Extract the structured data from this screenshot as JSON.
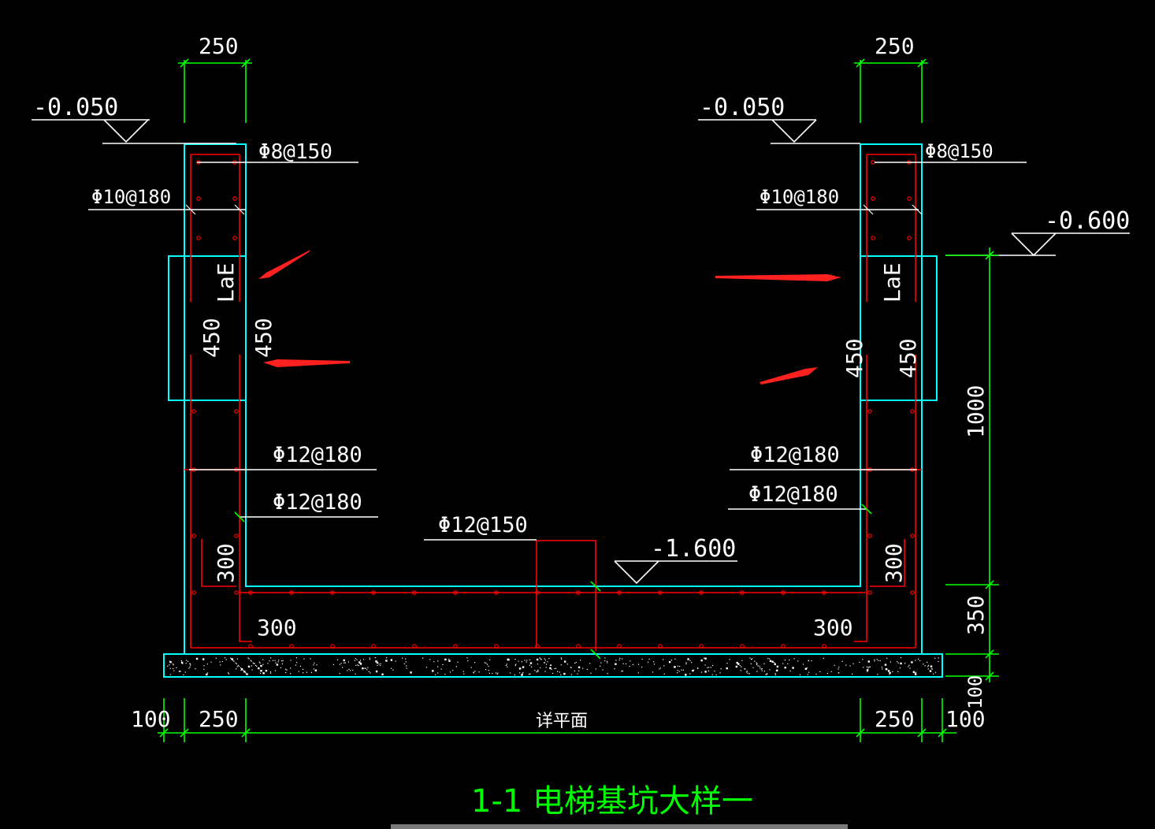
{
  "title": "1-1 电梯基坑大样一",
  "levels": {
    "left_top": "-0.050",
    "right_top": "-0.050",
    "right_ground": "-0.600",
    "pit_bottom": "-1.600"
  },
  "rebar": {
    "left_wall_top": "Φ8@150",
    "left_wall_tie": "Φ10@180",
    "left_wall_outer": "Φ12@180",
    "left_wall_inner": "Φ12@180",
    "base_slab": "Φ12@150",
    "right_wall_top": "Φ8@150",
    "right_wall_tie": "Φ10@180",
    "right_wall_outer": "Φ12@180",
    "right_wall_inner": "Φ12@180"
  },
  "dimensions": {
    "left_top_wall": "250",
    "right_top_wall": "250",
    "left_lap": "LaE",
    "right_lap": "LaE",
    "left_lap_len": "450",
    "left_inner_len": "450",
    "right_lap_len": "450",
    "right_inner_len": "450",
    "left_corner_v": "300",
    "left_corner_h": "300",
    "right_corner_v": "300",
    "right_corner_h": "300",
    "right_height": "1000",
    "right_slab": "350",
    "right_cushion": "100",
    "bottom_left_cushion": "100",
    "bottom_left_wall": "250",
    "bottom_mid": "详平面",
    "bottom_right_wall": "250",
    "bottom_right_cushion": "100"
  },
  "colors": {
    "concrete": "#00ffff",
    "rebar": "#ff0000",
    "dimension": "#00ff00",
    "text": "#ffffff",
    "arrow": "#ff2020"
  }
}
